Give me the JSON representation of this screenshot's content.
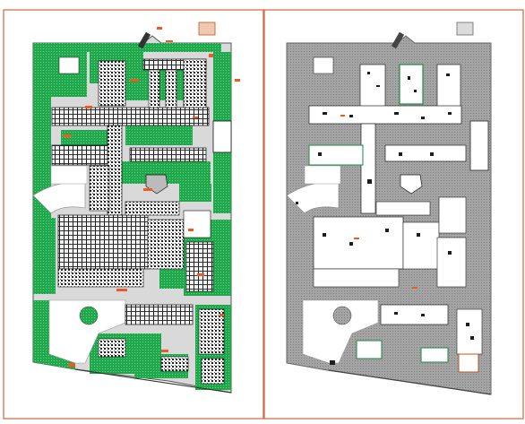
{
  "sheets": [
    {
      "id": "sheet-left",
      "variant": "color"
    },
    {
      "id": "sheet-right",
      "variant": "grey"
    }
  ],
  "colors": {
    "frame": "#d2643c",
    "green": "#19a64a",
    "grey": "#9a9a9a",
    "dark": "#1e1e1e",
    "orange": "#ee5a24",
    "paper": "#ffffff"
  }
}
